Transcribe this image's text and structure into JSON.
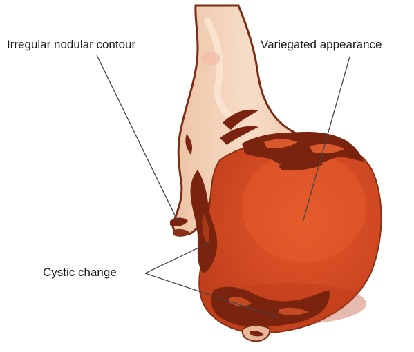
{
  "labels": {
    "irregular": "Irregular nodular contour",
    "variegated": "Variegated appearance",
    "cystic": "Cystic change"
  },
  "colors": {
    "outline": "#7a2d14",
    "cord_fill": "#f1cdb0",
    "cord_highlight": "#f7dcc6",
    "tumor_center": "#e2572a",
    "tumor_mid": "#d24a22",
    "tumor_edge": "#c0401c",
    "cyst": "#7a2410",
    "leader_line": "#444444"
  },
  "icons": [
    "anatomy-illustration"
  ]
}
